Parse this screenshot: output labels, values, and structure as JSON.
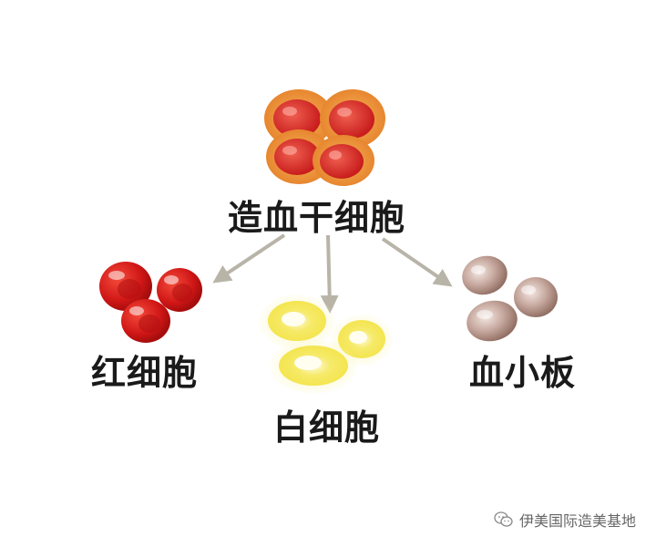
{
  "diagram": {
    "source_label": "造血干细胞",
    "targets": [
      {
        "id": "rbc",
        "label": "红细胞",
        "color": "#d42020"
      },
      {
        "id": "wbc",
        "label": "白细胞",
        "color": "#f2e24a"
      },
      {
        "id": "plt",
        "label": "血小板",
        "color": "#a07f73"
      }
    ],
    "stem_color": "#e8882a",
    "arrow_color": "#b8b4a8"
  },
  "watermark": {
    "text": "伊美国际造美基地",
    "icon": "wechat-icon"
  }
}
